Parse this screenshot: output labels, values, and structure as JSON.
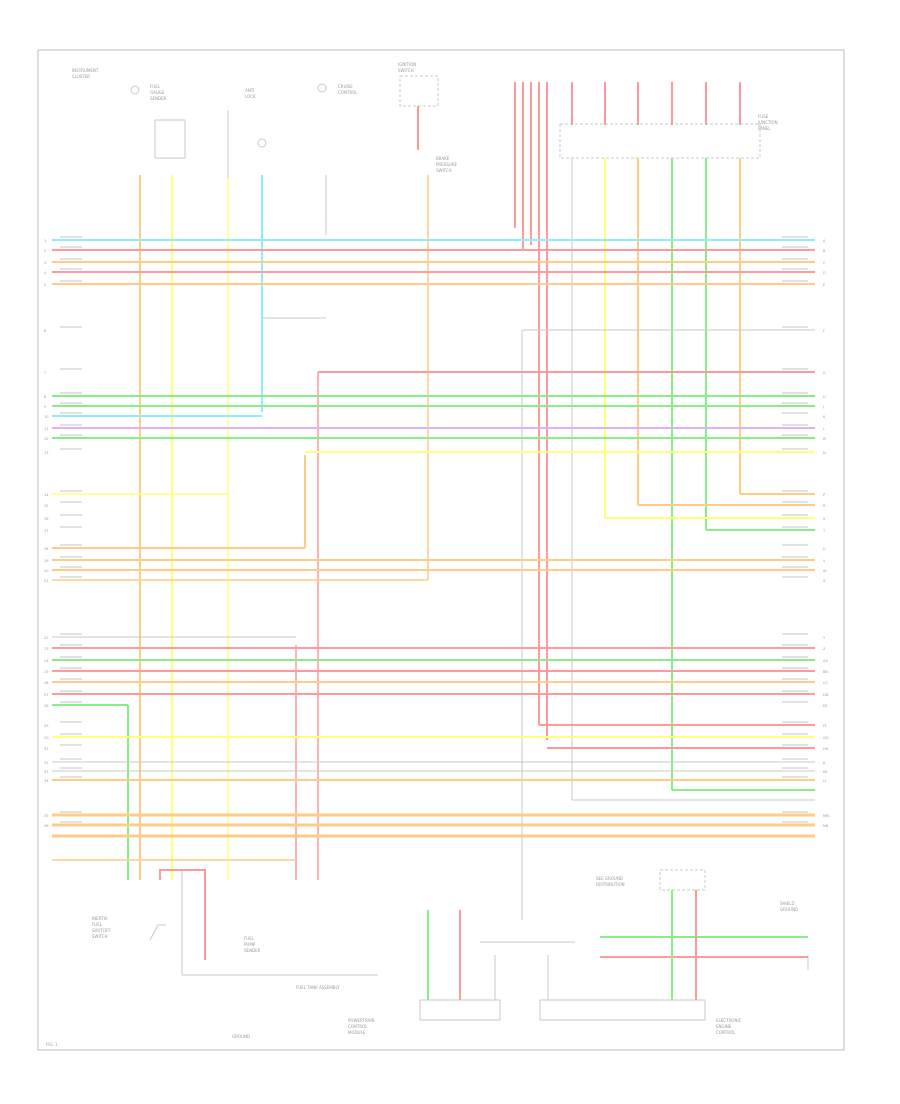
{
  "colors": {
    "frame": "#bdbdbd",
    "label": "#9a9a9a",
    "red": "#ff9a9a",
    "pink": "#ffb6d9",
    "orange": "#ffcc88",
    "yellow": "#ffff7a",
    "green": "#88ee88",
    "cyan": "#8ceeff",
    "grey": "#c8c8c8",
    "violet": "#e0b0ff"
  },
  "top_left_labels": [
    "INSTRUMENT",
    "CLUSTER"
  ],
  "top_labels": [
    {
      "id": "fuel",
      "lines": [
        "FUEL",
        "GAUGE",
        "SENDER"
      ]
    },
    {
      "id": "anti",
      "lines": [
        "ANTI",
        "LOCK"
      ]
    },
    {
      "id": "cruise",
      "lines": [
        "CRUISE",
        "CONTROL"
      ]
    },
    {
      "id": "ignition",
      "lines": [
        "IGNITION",
        "SWITCH"
      ]
    },
    {
      "id": "brake",
      "lines": [
        "BRAKE",
        "PRESSURE",
        "SWITCH"
      ]
    },
    {
      "id": "fuse",
      "lines": [
        "FUSE",
        "JUNCTION",
        "PANEL"
      ]
    }
  ],
  "left_pins": [
    "1",
    "2",
    "3",
    "4",
    "5",
    "6",
    "7",
    "8",
    "9",
    "10",
    "11",
    "12",
    "13",
    "14",
    "15",
    "16",
    "17",
    "18",
    "19",
    "20",
    "21",
    "22",
    "23",
    "24",
    "25",
    "26",
    "27",
    "28",
    "29",
    "30",
    "31",
    "32",
    "33",
    "34",
    "35",
    "36"
  ],
  "right_pins": [
    "A",
    "B",
    "C",
    "D",
    "E",
    "F",
    "G",
    "H",
    "J",
    "K",
    "L",
    "M",
    "N",
    "P",
    "R",
    "S",
    "T",
    "U",
    "V",
    "W",
    "X",
    "Y",
    "Z",
    "AA",
    "BB",
    "CC",
    "DD",
    "EE",
    "FF",
    "GG",
    "HH",
    "JJ",
    "KK",
    "LL",
    "MM",
    "NN"
  ],
  "bottom_labels": {
    "left_switch": [
      "INERTIA",
      "FUEL",
      "SHUTOFF",
      "SWITCH"
    ],
    "pump": [
      "FUEL",
      "PUMP",
      "SENDER"
    ],
    "fuel_tank": "FUEL TANK ASSEMBLY",
    "ground": "GROUND",
    "center_module": [
      "POWERTRAIN",
      "CONTROL",
      "MODULE"
    ],
    "right_module": [
      "ELECTRONIC",
      "ENGINE",
      "CONTROL"
    ],
    "far_right": [
      "SHIELD",
      "GROUND"
    ],
    "legend_note": [
      "SEE GROUND",
      "DISTRIBUTION"
    ]
  },
  "footer_code": "FIG. 1"
}
